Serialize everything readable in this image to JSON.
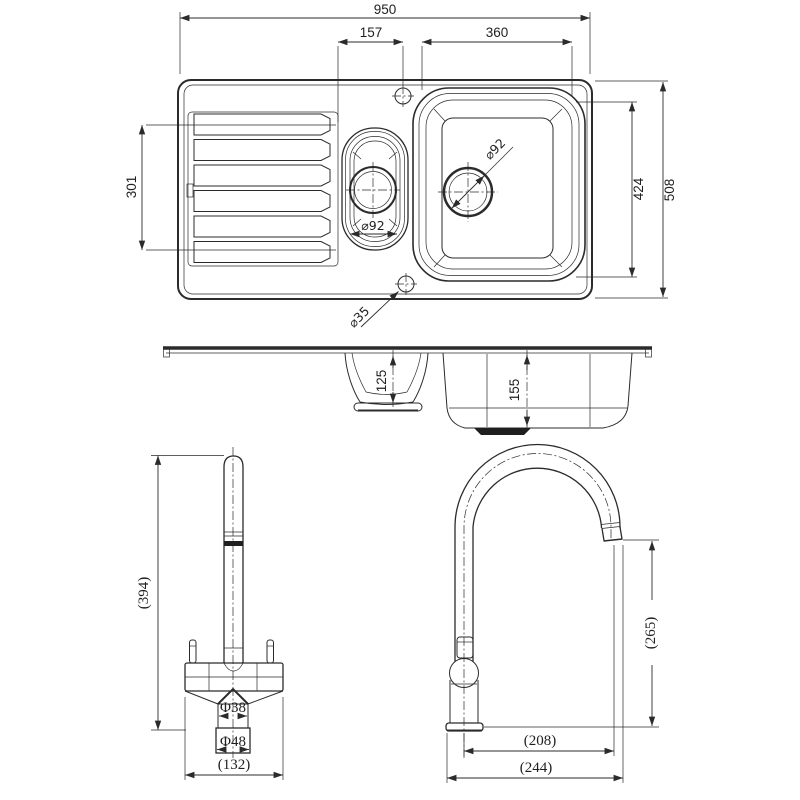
{
  "views": {
    "plan": {
      "overall_width": "950",
      "tap_hole_offset": "157",
      "main_bowl_width": "360",
      "drainer_length": "301",
      "main_bowl_length": "424",
      "overall_depth": "508",
      "small_bowl_drain": "⌀92",
      "main_bowl_drain": "⌀92",
      "tap_hole_diameter": "⌀35"
    },
    "section": {
      "small_bowl_depth": "125",
      "main_bowl_depth": "155"
    },
    "tap_front": {
      "overall_height": "(394)",
      "neck_diameter": "Φ38",
      "base_diameter": "Φ48",
      "body_width": "(132)"
    },
    "tap_side": {
      "outlet_height": "(265)",
      "spout_reach": "(208)",
      "overall_projection": "(244)"
    }
  },
  "colors": {
    "line": "#2b2b2b",
    "background": "#ffffff"
  }
}
